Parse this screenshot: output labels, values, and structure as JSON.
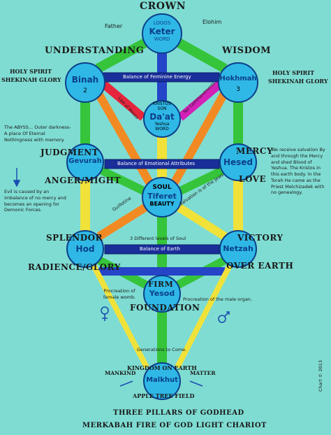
{
  "header": {
    "crown": "CROWN",
    "father": "Father",
    "elohim": "Elohim"
  },
  "nodes": {
    "keter": {
      "above": "LOGOS",
      "name": "Keter",
      "below": "WORD"
    },
    "binah": {
      "name": "Binah",
      "num": "2"
    },
    "hokhmah": {
      "name": "Hokhmah",
      "num": "3"
    },
    "daat": {
      "above1": "KRISTOS",
      "above2": "SON",
      "name": "Da'at",
      "below1": "Yeshua",
      "below2": "WORD"
    },
    "gevurah": {
      "name": "Gevurah"
    },
    "hesed": {
      "name": "Hesed"
    },
    "tiferet": {
      "above": "SOUL",
      "name": "Tiferet",
      "below": "BEAUTY"
    },
    "hod": {
      "name": "Hod"
    },
    "netzah": {
      "name": "Netzah"
    },
    "yesod": {
      "name": "Yesod"
    },
    "malkhut": {
      "name": "Malkhut"
    }
  },
  "labels": {
    "understanding": "UNDERSTANDING",
    "wisdom": "WISDOM",
    "holy_spirit_left": "HOLY SPIRIT",
    "shekinah_left": "SHEKINAH GLORY",
    "holy_spirit_right": "HOLY SPIRIT",
    "shekinah_right": "SHEKINAH GLORY",
    "judgment": "JUDGMENT",
    "anger_might": "ANGER/MIGHT",
    "mercy": "MERCY",
    "love": "LOVE",
    "splendor": "SPLENDOR",
    "radience": "RADIENCE/GLORY",
    "victory": "VICTORY",
    "over_earth": "OVER EARTH",
    "firm": "FIRM",
    "foundation": "FOUNDATION",
    "kingdom": "KINGDOM ON EARTH",
    "apple": "APPLE TREE FIELD",
    "mankind": "MANKIND",
    "matter": "MATTER",
    "footer1": "THREE PILLARS OF GODHEAD",
    "footer2": "MERKABAH FIRE OF GOD LIGHT CHARIOT",
    "chart": "Chart © 2013"
  },
  "bars": {
    "feminine": "Balance of Feminine Energy",
    "emotional": "Balance of Emotional Attributes",
    "earth": "Balance of Earth",
    "soul_levels": "3 Different levels of Soul",
    "law_moses": "Law of Moses",
    "ten_commandments": "Ten Commandments",
    "guillotine": "Guillotine",
    "salvation_jews": "Salvation is of the Jews"
  },
  "notes": {
    "abyss": "The ABYSS... Outer darkness-A place Of Eternal Nothingness with memory.",
    "evil": "Evil is caused by an imbalance of no mercy and becomes an opening for Demonic Forces.",
    "salvation": "We receive salvation By and through the Mercy and shed Blood of Yeshua. The Kristos in this earth body. In the Torah He came as the Priest Melchizadek with no genealogy.",
    "procreation_female": "Procreation of female womb.",
    "procreation_male": "Procreation of the male organ.",
    "generations": "Generations to Come."
  },
  "colors": {
    "background": "#7fdcd2",
    "node_fill": "#2fb8e6",
    "node_stroke": "#0b3f8a",
    "node_text": "#0b3f8a",
    "bar_fill": "#1a2e9a",
    "bar_text": "#ffffff",
    "path_green": "#35c43a",
    "path_yellow": "#f1e23a",
    "path_orange": "#f28a23",
    "path_red": "#e5263c",
    "path_magenta": "#d321b8",
    "path_blue": "#2544c8"
  }
}
